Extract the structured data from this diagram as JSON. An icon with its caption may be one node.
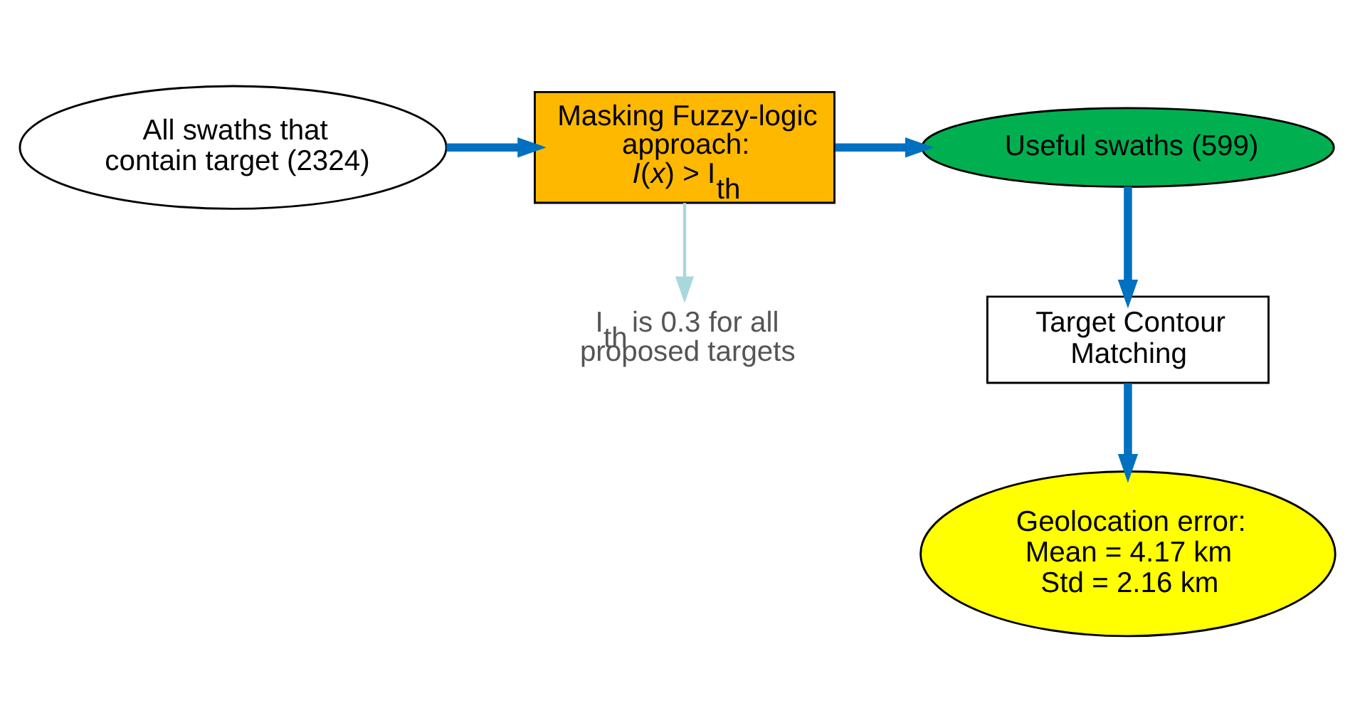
{
  "diagram": {
    "nodes": [
      {
        "text": [
          "All swaths that contain target (2324)"
        ]
      },
      {
        "text": [
          "Masking Fuzzy-logic approach: *I*(*x*) > I$_{th}$"
        ]
      },
      {
        "text": [
          "Useful swaths (599)"
        ]
      },
      {
        "text": [
          "Target Contour Matching"
        ]
      },
      {
        "text": [
          "Geolocation error:",
          "Mean = 4.17 km",
          "Std = 2.16 km"
        ]
      },
      {
        "text": [
          "I$_{th}$ is 0.3 for all proposed targets"
        ]
      }
    ],
    "edges": [
      {
        "from": 0,
        "to": 1,
        "arrow": "to"
      },
      {
        "from": 1,
        "to": 2,
        "arrow": "to"
      },
      {
        "from": 2,
        "to": 3,
        "arrow": "to"
      },
      {
        "from": 3,
        "to": 4,
        "arrow": "to"
      },
      {
        "from": 1,
        "to": 5,
        "arrow": "to",
        "color": "#a8d8dc"
      }
    ]
  }
}
